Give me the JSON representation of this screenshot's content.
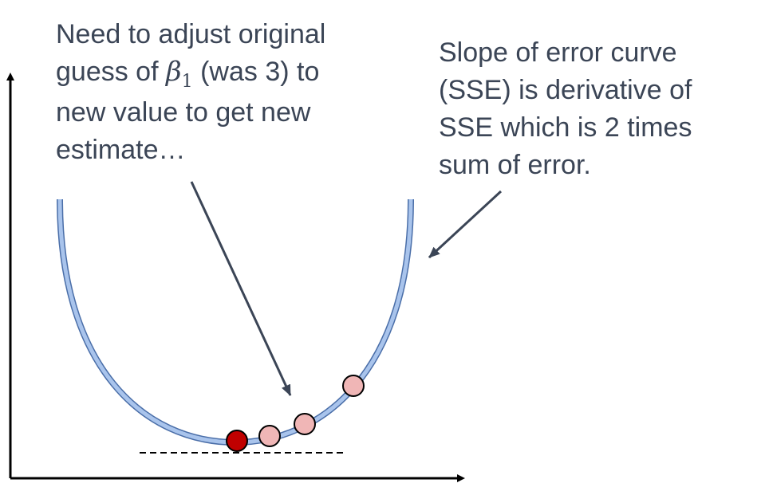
{
  "annotation_left": {
    "line1": "Need to adjust original",
    "line2_pre": "guess of ",
    "symbol": "β",
    "subscript": "1",
    "line2_post": " (was 3) to",
    "line3": "new value to get new",
    "line4": "estimate…"
  },
  "annotation_right": {
    "line1": "Slope of error curve",
    "line2": "(SSE) is derivative of",
    "line3": "SSE which is 2 times",
    "line4": "sum of error."
  },
  "colors": {
    "text": "#3b4556",
    "axis": "#000000",
    "arrow": "#3b4556",
    "curve_fill": "#a9c4ec",
    "curve_outline": "#4a6ea8",
    "minimum_point": "#c00000",
    "iteration_point": "#f0b6b6"
  },
  "points": [
    {
      "role": "minimum",
      "kind": "filled-red"
    },
    {
      "role": "iteration-1",
      "kind": "light-pink"
    },
    {
      "role": "iteration-2",
      "kind": "light-pink"
    },
    {
      "role": "iteration-3",
      "kind": "light-pink"
    }
  ]
}
